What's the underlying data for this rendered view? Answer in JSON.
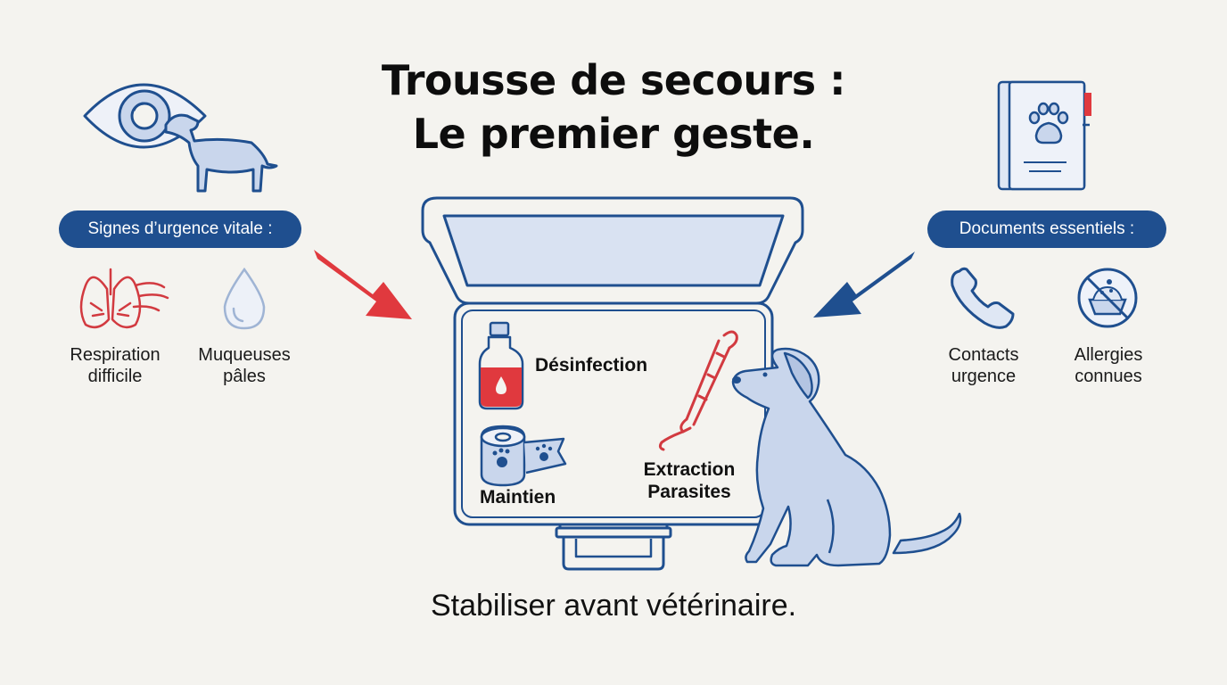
{
  "title": {
    "line1": "Trousse de secours :",
    "line2": "Le premier geste."
  },
  "left_panel": {
    "pill": "Signes d’urgence vitale :",
    "items": [
      {
        "line1": "Respiration",
        "line2": "difficile",
        "icon": "lungs-icon"
      },
      {
        "line1": "Muqueuses",
        "line2": "pâles",
        "icon": "droplet-icon"
      }
    ]
  },
  "right_panel": {
    "pill": "Documents essentiels :",
    "items": [
      {
        "line1": "Contacts",
        "line2": "urgence",
        "icon": "phone-icon"
      },
      {
        "line1": "Allergies",
        "line2": "connues",
        "icon": "no-food-bowl-icon"
      }
    ]
  },
  "kit": {
    "disinfection": "Désinfection",
    "support": "Maintien",
    "extraction_line1": "Extraction",
    "extraction_line2": "Parasites"
  },
  "tagline": "Stabiliser avant vétérinaire.",
  "colors": {
    "navy": "#1f4f8f",
    "red": "#e0393e",
    "light_blue": "#c9d6ec",
    "background": "#f4f3ef"
  }
}
